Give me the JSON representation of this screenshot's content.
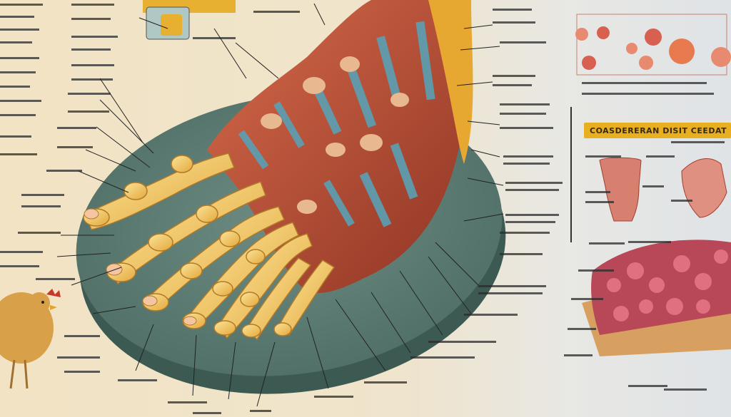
{
  "banner": {
    "text": "COASDERERAN DISIT CEEDAT",
    "color": "#e8b020"
  },
  "palette": {
    "background": "#efe4cc",
    "platform": "#5f7f76",
    "bone": "#f0c860",
    "muscle": "#b8543c",
    "tendon": "#5aa0b4",
    "panel": "#e4e7e9"
  },
  "icons": [
    "chicken-icon",
    "foot-skeleton-illustration",
    "muscle-block-illustration"
  ]
}
